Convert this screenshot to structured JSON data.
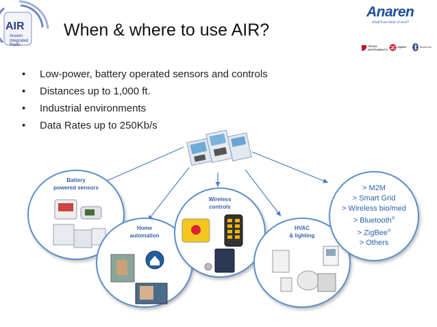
{
  "slide": {
    "title": "When & where to use AIR?",
    "bullets": [
      "Low-power, battery operated sensors and controls",
      "Distances up to 1,000 ft.",
      "Industrial environments",
      "Data Rates up to 250Kb/s"
    ]
  },
  "logos": {
    "air": {
      "mark": "AIR",
      "line1": "Anaren",
      "line2": "Integrated",
      "line3": "Radio"
    },
    "anaren": {
      "brand": "Anaren",
      "tagline": "What'll we think of next?"
    },
    "partners": {
      "ti_line1": "TEXAS",
      "ti_line2": "INSTRUMENTS",
      "zigbee": "ZigBee",
      "bluetooth": "Bluetooth"
    }
  },
  "circles": {
    "battery": {
      "line1": "Battery",
      "line2": "powered sensors"
    },
    "home": {
      "line1": "Home",
      "line2": "automation"
    },
    "wireless": {
      "line1": "Wireless",
      "line2": "controls"
    },
    "hvac": {
      "line1": "HVAC",
      "line2": "& lighting"
    },
    "m2m": {
      "items": [
        "> M2M",
        "> Smart Grid",
        "> Wireless bio/med",
        "> Bluetooth",
        "> ZigBee",
        "> Others"
      ],
      "reg": "®"
    }
  },
  "colors": {
    "accent": "#5b8ec9",
    "label": "#3a5fa3",
    "anaren_blue": "#1e4fa0"
  }
}
